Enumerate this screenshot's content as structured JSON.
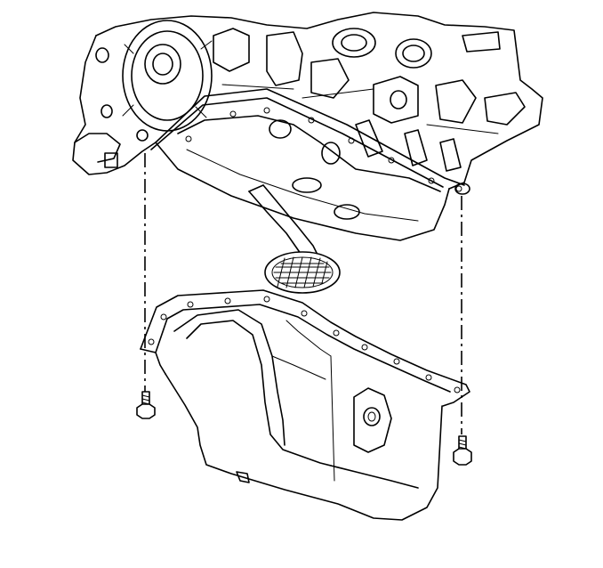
{
  "figure": {
    "title": "",
    "callouts": [],
    "parts": [
      "engine-block",
      "oil-pump-pickup-screen",
      "oil-pan",
      "oil-pan-gasket",
      "oil-pan-bolt-left",
      "oil-pan-bolt-right"
    ]
  }
}
